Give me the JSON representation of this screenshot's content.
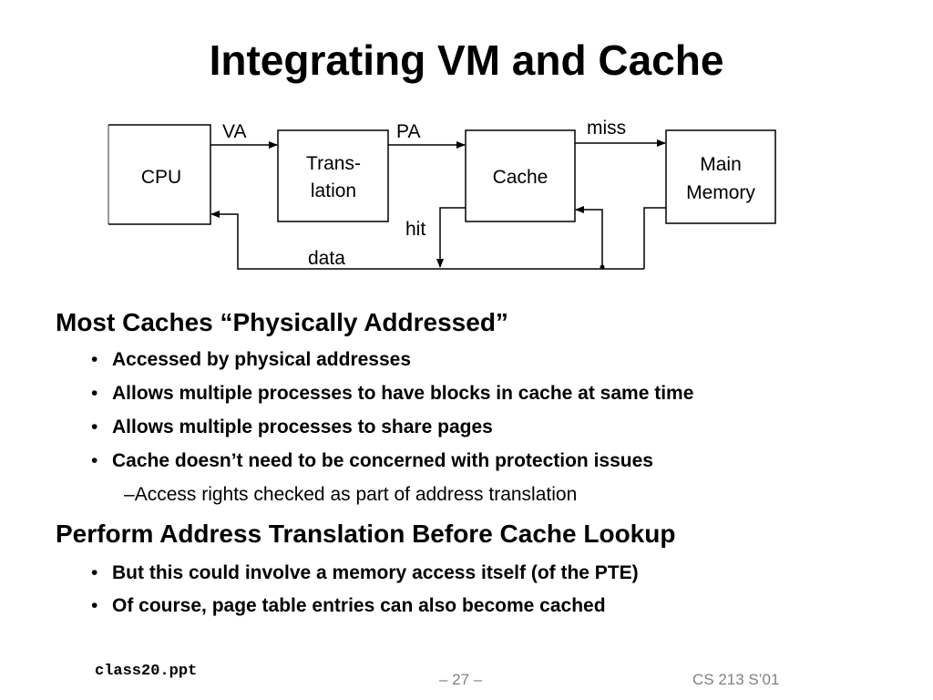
{
  "title": "Integrating VM and Cache",
  "diagram": {
    "boxes": {
      "cpu": "CPU",
      "translation_line1": "Trans-",
      "translation_line2": "lation",
      "cache": "Cache",
      "memory_line1": "Main",
      "memory_line2": "Memory"
    },
    "labels": {
      "va": "VA",
      "pa": "PA",
      "miss": "miss",
      "hit": "hit",
      "data": "data"
    }
  },
  "sections": [
    {
      "heading": "Most Caches “Physically Addressed”",
      "bullets": [
        "Accessed by physical addresses",
        "Allows multiple processes to have blocks in cache at same time",
        "Allows multiple processes to share pages",
        "Cache doesn’t need to be concerned with protection issues"
      ],
      "sub_bullet": "Access rights checked as part of address translation"
    },
    {
      "heading": "Perform Address Translation Before Cache Lookup",
      "bullets": [
        "But this could involve a memory access itself (of the PTE)",
        "Of course, page table entries can also become cached"
      ]
    }
  ],
  "bullet_glyph": "•",
  "sub_bullet_glyph": "–",
  "footer": {
    "file": "class20.ppt",
    "page": "– 27 –",
    "course": "CS 213 S’01"
  }
}
